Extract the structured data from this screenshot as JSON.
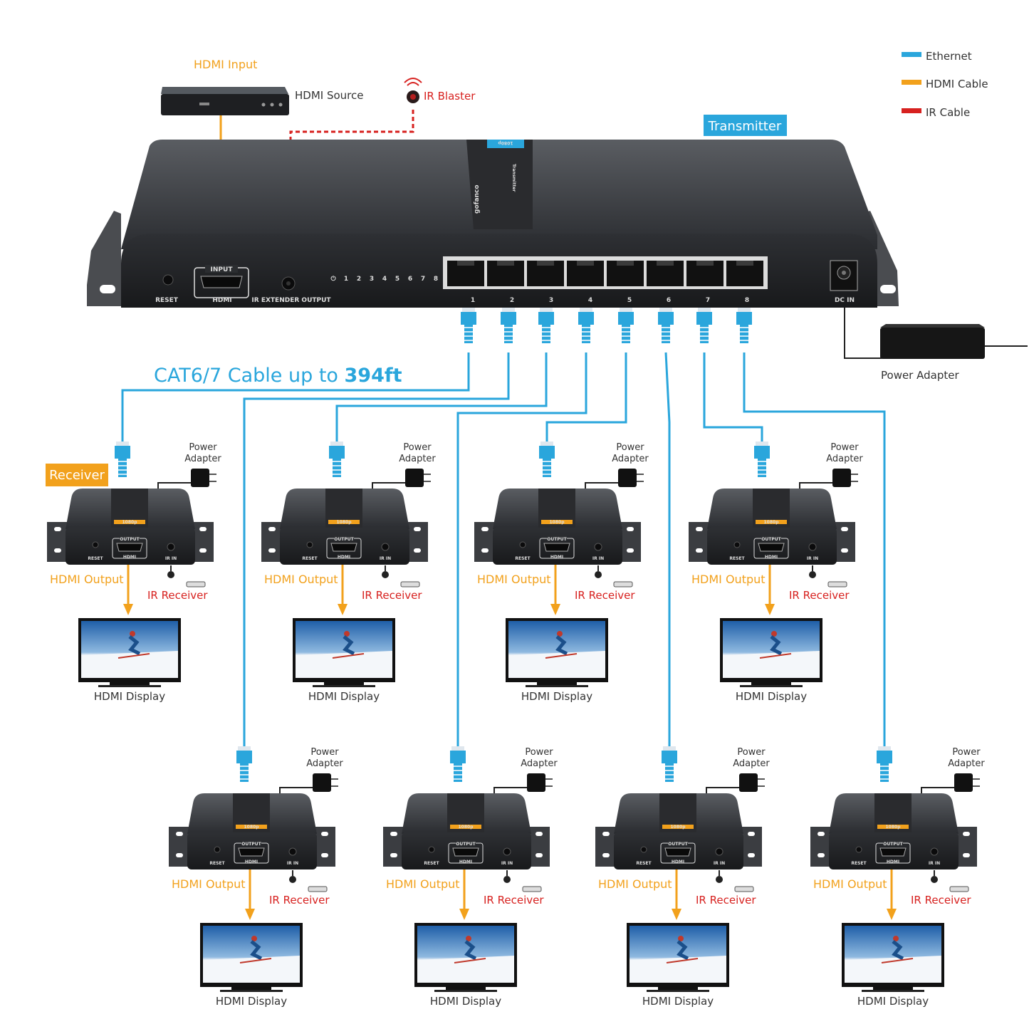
{
  "legend": [
    {
      "label": "Ethernet",
      "color": "#2aa6dc"
    },
    {
      "label": "HDMI Cable",
      "color": "#f2a11c"
    },
    {
      "label": "IR Cable",
      "color": "#d7211f"
    }
  ],
  "source": {
    "input_label": "HDMI Input",
    "device_label": "HDMI Source"
  },
  "ir_blaster": {
    "label": "IR Blaster"
  },
  "transmitter": {
    "badge": "Transmitter",
    "reset_label": "RESET",
    "input_label": "INPUT",
    "hdmi_label": "HDMI",
    "ir_out_label": "IR EXTENDER OUTPUT",
    "dc_label": "DC IN",
    "led_labels": [
      "1",
      "2",
      "3",
      "4",
      "5",
      "6",
      "7",
      "8"
    ],
    "port_labels": [
      "1",
      "2",
      "3",
      "4",
      "5",
      "6",
      "7",
      "8"
    ],
    "top_brand": "gofanco",
    "top_model": "1080p",
    "top_name": "Transmitter"
  },
  "power_adapter": {
    "label": "Power Adapter"
  },
  "cable_note": {
    "text": "CAT6/7 Cable up to ",
    "highlight": "394ft"
  },
  "receiver_badge": "Receiver",
  "receiver_texts": {
    "power_line1": "Power",
    "power_line2": "Adapter",
    "hdmi_output": "HDMI Output",
    "ir_receiver": "IR Receiver",
    "display": "HDMI Display",
    "reset": "RESET",
    "output": "OUTPUT",
    "hdmi": "HDMI",
    "ir_in": "IR IN",
    "model": "1080p"
  }
}
